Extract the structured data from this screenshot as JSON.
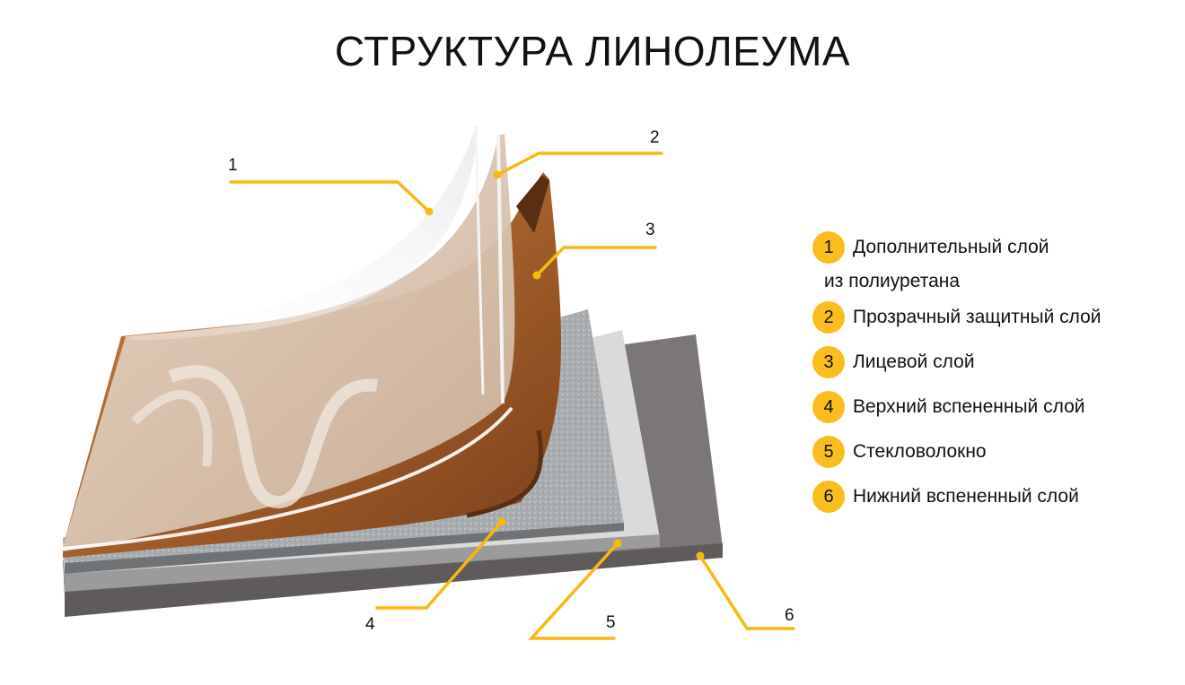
{
  "title": "СТРУКТУРА ЛИНОЛЕУМА",
  "colors": {
    "accent": "#f9bd1d",
    "leader_line": "#f7b90f",
    "text": "#111111",
    "wood": "#a8602a",
    "felt": "#a9acae",
    "fiberglass": "#dcdcdc",
    "base": "#6d6a69"
  },
  "callouts": [
    {
      "number": "1",
      "layer": "polyurethane-layer"
    },
    {
      "number": "2",
      "layer": "protective-layer"
    },
    {
      "number": "3",
      "layer": "face-layer"
    },
    {
      "number": "4",
      "layer": "upper-foam-layer"
    },
    {
      "number": "5",
      "layer": "fiberglass-layer"
    },
    {
      "number": "6",
      "layer": "lower-foam-layer"
    }
  ],
  "legend": [
    {
      "number": "1",
      "label": "Дополнительный слой",
      "label_line2": "из полиуретана"
    },
    {
      "number": "2",
      "label": "Прозрачный защитный слой"
    },
    {
      "number": "3",
      "label": "Лицевой слой"
    },
    {
      "number": "4",
      "label": "Верхний вспененный слой"
    },
    {
      "number": "5",
      "label": "Стекловолокно"
    },
    {
      "number": "6",
      "label": "Нижний вспененный слой"
    }
  ]
}
